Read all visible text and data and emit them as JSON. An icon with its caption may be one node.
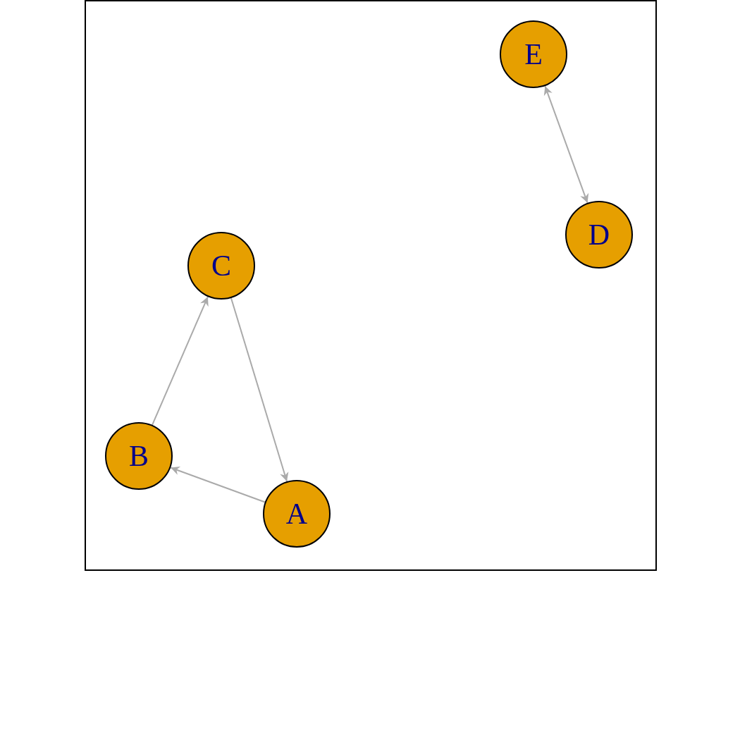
{
  "diagram": {
    "nodes": [
      {
        "text": [
          "E"
        ]
      },
      {
        "text": [
          "D"
        ]
      },
      {
        "text": [
          "C"
        ]
      },
      {
        "text": [
          "B"
        ]
      },
      {
        "text": [
          "A"
        ]
      }
    ],
    "edges": [
      {
        "from": 2,
        "to": 4,
        "arrow": "to"
      },
      {
        "from": 4,
        "to": 3,
        "arrow": "to"
      },
      {
        "from": 3,
        "to": 2,
        "arrow": "to"
      },
      {
        "from": 0,
        "to": 1,
        "arrow": "both"
      }
    ]
  }
}
